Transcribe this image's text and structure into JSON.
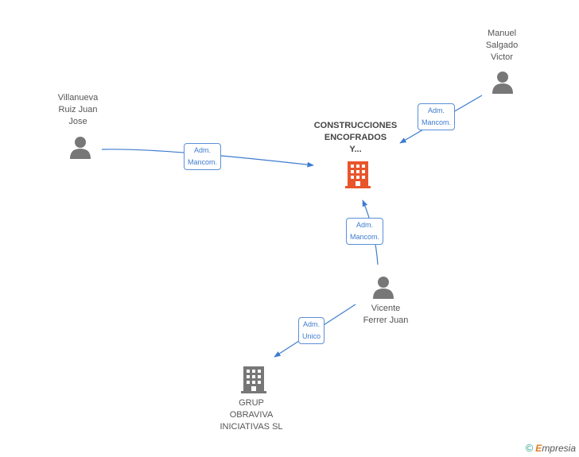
{
  "nodes": {
    "manuel": {
      "lines": [
        "Manuel",
        "Salgado",
        "Victor"
      ]
    },
    "villanueva": {
      "lines": [
        "Villanueva",
        "Ruiz Juan",
        "Jose"
      ]
    },
    "construcciones": {
      "lines": [
        "CONSTRUCCIONES",
        "ENCOFRADOS",
        "Y..."
      ]
    },
    "vicente": {
      "lines": [
        "Vicente",
        "Ferrer Juan"
      ]
    },
    "grup": {
      "lines": [
        "GRUP",
        "OBRAVIVA",
        "INICIATIVAS SL"
      ]
    }
  },
  "edges": {
    "manuel_to_main": {
      "lines": [
        "Adm.",
        "Mancom."
      ]
    },
    "villanueva_to_main": {
      "lines": [
        "Adm.",
        "Mancom."
      ]
    },
    "vicente_to_main": {
      "lines": [
        "Adm.",
        "Mancom."
      ]
    },
    "vicente_to_grup": {
      "lines": [
        "Adm.",
        "Unico"
      ]
    }
  },
  "colors": {
    "main_company": "#e8552b",
    "company": "#777777",
    "person": "#777777",
    "edge": "#3d7bd0"
  },
  "footer": {
    "copyright": "©",
    "brand_first": "E",
    "brand_rest": "mpresia"
  }
}
